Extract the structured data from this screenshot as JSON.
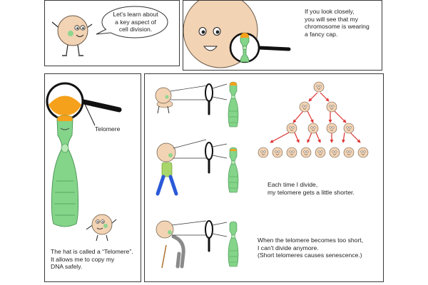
{
  "panel1": {
    "speech": [
      "Let's learn about",
      "a key aspect of",
      "cell division."
    ]
  },
  "panel2": {
    "caption": [
      "If you look closely,",
      "you will see that my",
      "chromosome is wearing",
      "a fancy cap."
    ]
  },
  "panel3": {
    "label": "Telomere",
    "caption": [
      "The hat is called a “Telomere”.",
      "It allows me to copy my",
      "DNA safely."
    ]
  },
  "panel4": {
    "caption_divide": [
      "Each time I divide,",
      "my telomere gets a little shorter."
    ],
    "caption_short": [
      "When the telomere becomes too short,",
      "I can't divide anymore.",
      "(Short telomeres causes senescence.)"
    ]
  },
  "colors": {
    "cell": "#f2d3b4",
    "chromosome": "#84d48a",
    "telomere": "#f5a11c",
    "arrow": "#e03030",
    "lens": "#111111",
    "panel_border": "#3a3a3a"
  }
}
